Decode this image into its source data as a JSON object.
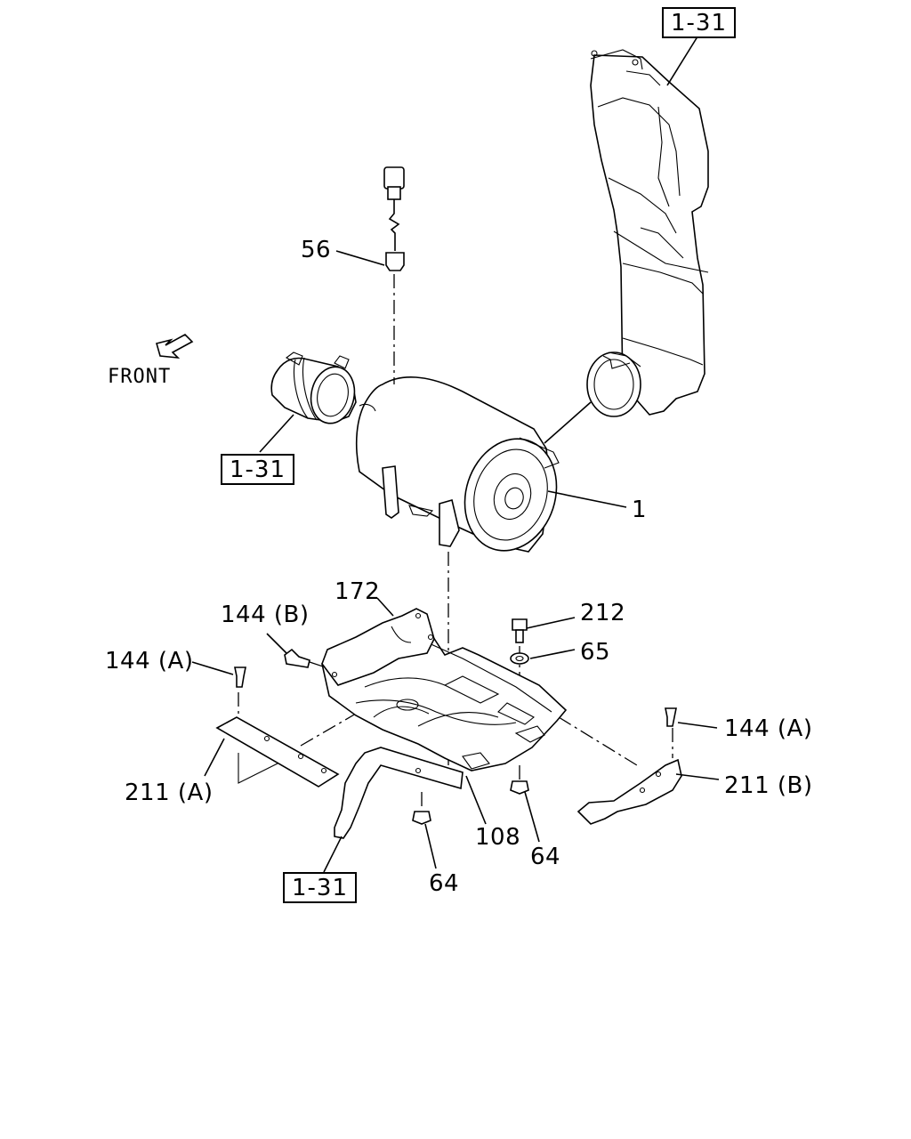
{
  "diagram": {
    "front_label": "FRONT",
    "refs": {
      "top_right": "1-31",
      "left": "1-31",
      "bottom": "1-31"
    },
    "callouts": {
      "c56": "56",
      "c1": "1",
      "c172": "172",
      "c144b": "144 (B)",
      "c144a_left": "144 (A)",
      "c144a_right": "144 (A)",
      "c212": "212",
      "c65": "65",
      "c211a": "211 (A)",
      "c211b": "211 (B)",
      "c108": "108",
      "c64_right": "64",
      "c64_center": "64"
    }
  }
}
